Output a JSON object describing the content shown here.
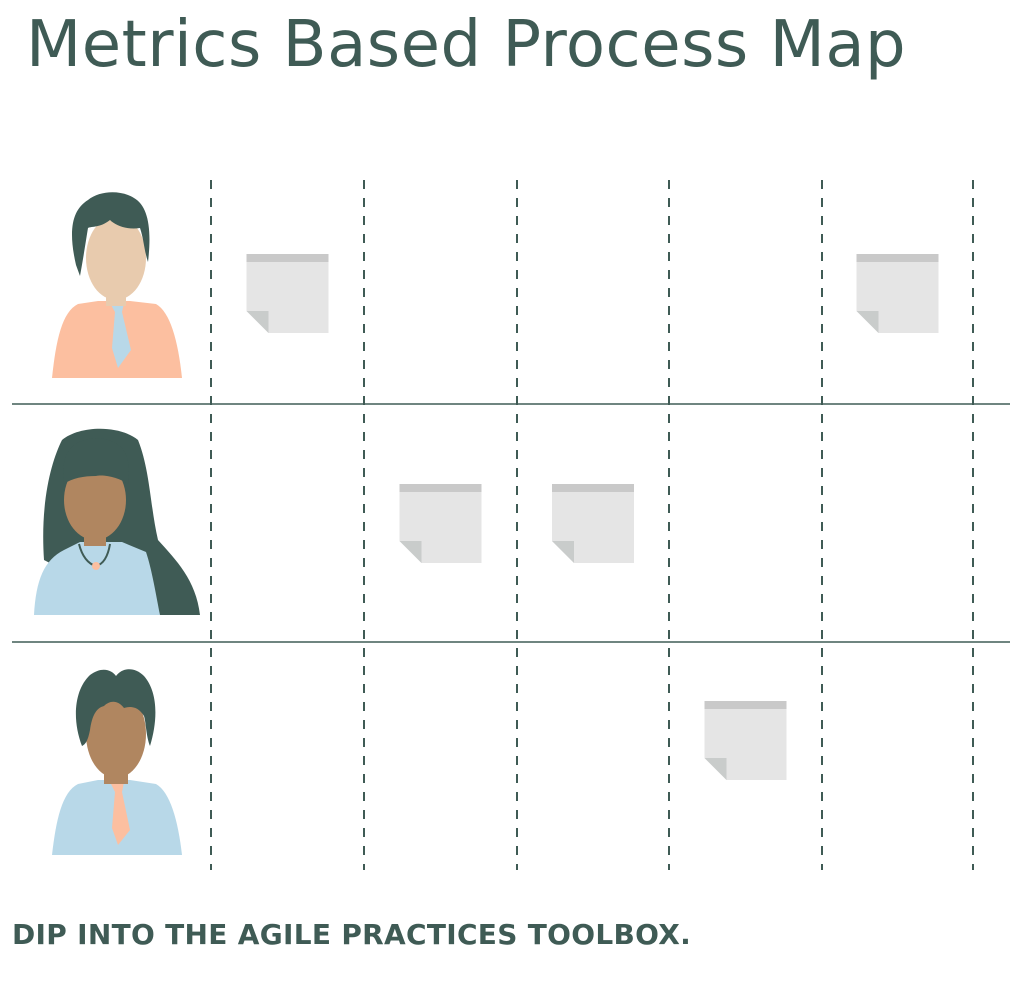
{
  "title": "Metrics Based Process Map",
  "footer": "DIP INTO THE AGILE PRACTICES TOOLBOX.",
  "colors": {
    "primary": "#3f5b55",
    "note": "#e5e5e5",
    "note_band": "#c9c9c9"
  },
  "lanes": [
    {
      "avatar": "man-tie-avatar",
      "notes_in_steps": [
        1,
        5
      ]
    },
    {
      "avatar": "woman-long-hair-avatar",
      "notes_in_steps": [
        2,
        3
      ]
    },
    {
      "avatar": "man-tie-avatar-2",
      "notes_in_steps": [
        4
      ]
    }
  ],
  "step_count": 5
}
